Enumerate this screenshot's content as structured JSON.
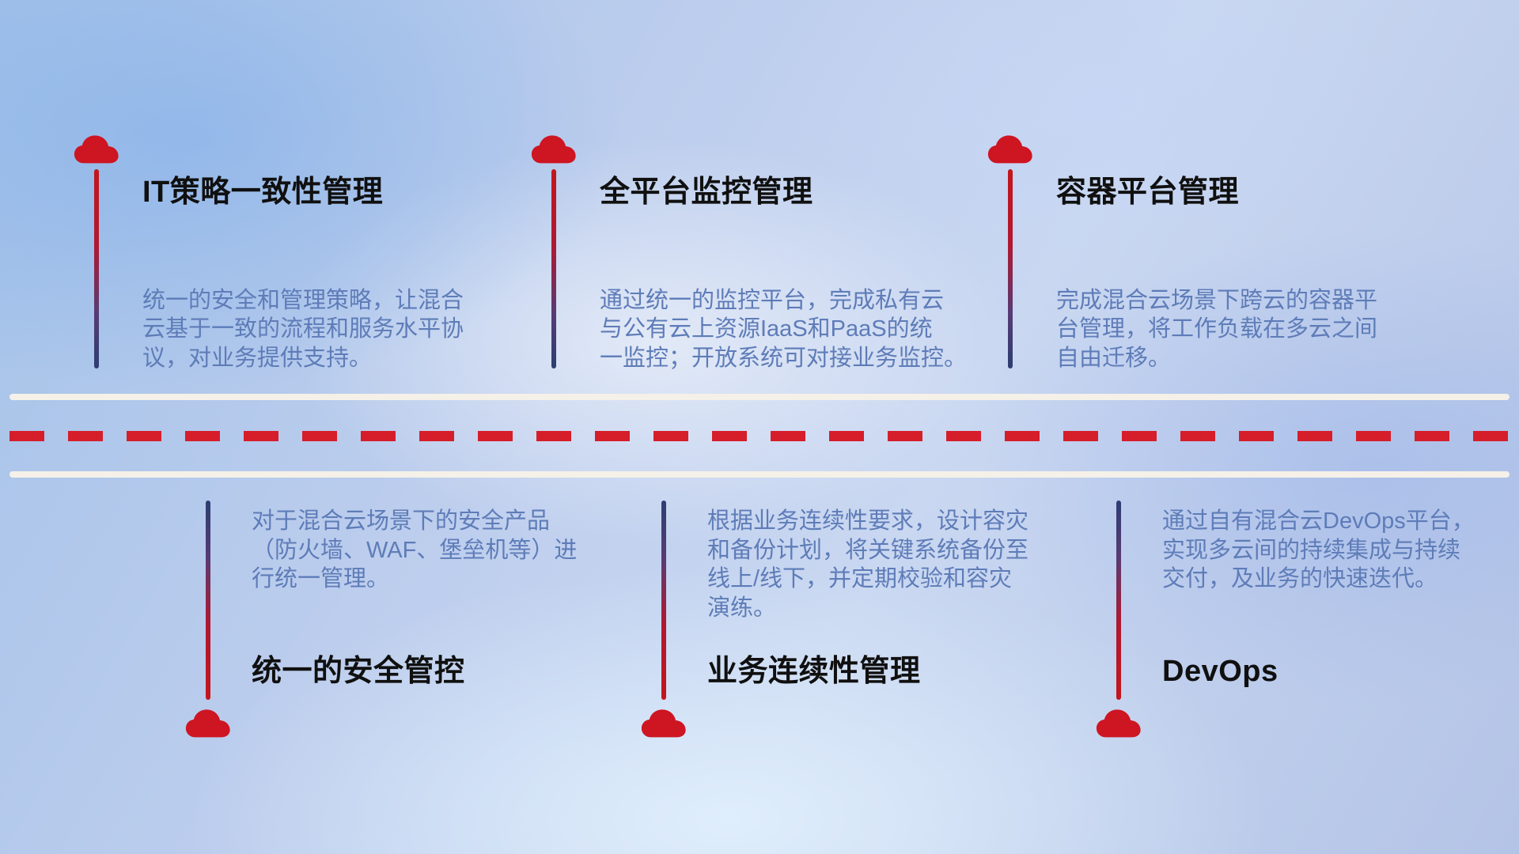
{
  "top_items": [
    {
      "title": "IT策略一致性管理",
      "description": "统一的安全和管理策略，让混合\n云基于一致的流程和服务水平协\n议，对业务提供支持。"
    },
    {
      "title": "全平台监控管理",
      "description": "通过统一的监控平台，完成私有云\n与公有云上资源IaaS和PaaS的统\n一监控；开放系统可对接业务监控。"
    },
    {
      "title": "容器平台管理",
      "description": "完成混合云场景下跨云的容器平\n台管理，将工作负载在多云之间\n自由迁移。"
    }
  ],
  "bottom_items": [
    {
      "title": "统一的安全管控",
      "description": "对于混合云场景下的安全产品\n（防火墙、WAF、堡垒机等）进\n行统一管理。"
    },
    {
      "title": "业务连续性管理",
      "description": "根据业务连续性要求，设计容灾\n和备份计划，将关键系统备份至\n线上/线下，并定期校验和容灾\n演练。"
    },
    {
      "title": "DevOps",
      "description": "通过自有混合云DevOps平台，\n实现多云间的持续集成与持续\n交付，及业务的快速迭代。"
    }
  ],
  "icons": {
    "cloud_icon": "☁"
  },
  "colors": {
    "cloud_red": "#ce1522",
    "line_red": "#c4161c",
    "line_navy": "#2c3e72",
    "dash_red": "#d51e2a",
    "road_white": "#f5f1e8",
    "title_text": "#101010",
    "description_text": "#5e7cb8"
  }
}
